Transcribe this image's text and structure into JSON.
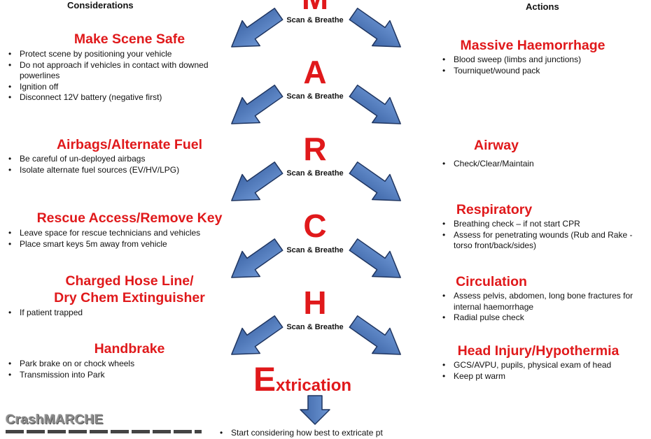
{
  "headers": {
    "left": "Considerations",
    "right": "Actions"
  },
  "center": {
    "letters": [
      "M",
      "A",
      "R",
      "C",
      "H"
    ],
    "scan_label": "Scan & Breathe",
    "extrication": {
      "big_letter": "E",
      "rest": "xtrication"
    }
  },
  "left_sections": [
    {
      "title": "Make Scene Safe",
      "bullets": [
        "Protect scene by positioning your vehicle",
        "Do not approach if  vehicles  in contact with downed powerlines",
        "Ignition off",
        "Disconnect  12V battery (negative first)"
      ]
    },
    {
      "title": "Airbags/Alternate Fuel",
      "bullets": [
        "Be careful of un-deployed airbags",
        "Isolate alternate fuel sources (EV/HV/LPG)"
      ]
    },
    {
      "title": "Rescue Access/Remove Key",
      "bullets": [
        "Leave space for rescue technicians  and vehicles",
        "Place smart keys 5m away from vehicle"
      ]
    },
    {
      "title_lines": [
        "Charged Hose Line/",
        "Dry Chem Extinguisher"
      ],
      "bullets": [
        "If patient trapped"
      ]
    },
    {
      "title": "Handbrake",
      "bullets": [
        "Park brake on or chock wheels",
        "Transmission into Park"
      ]
    }
  ],
  "right_sections": [
    {
      "title": "Massive Haemorrhage",
      "bullets": [
        "Blood sweep  (limbs and junctions)",
        "Tourniquet/wound  pack"
      ]
    },
    {
      "title": "Airway",
      "bullets": [
        "Check/Clear/Maintain"
      ]
    },
    {
      "title": "Respiratory",
      "bullets": [
        "Breathing check – if not start CPR",
        "Assess for penetrating wounds (Rub and Rake -torso front/back/sides)"
      ]
    },
    {
      "title": "Circulation",
      "bullets": [
        "Assess pelvis, abdomen, long bone fractures for internal haemorrhage",
        "Radial pulse check"
      ]
    },
    {
      "title": "Head Injury/Hypothermia",
      "bullets": [
        "GCS/AVPU, pupils, physical exam of head",
        "Keep pt warm"
      ]
    }
  ],
  "bottom": {
    "brand": "CrashMARCHE",
    "partial_text": "Start considering  how best to extricate pt"
  },
  "colors": {
    "title_red": "#e0191b",
    "arrow_fill": "#4a76b8",
    "arrow_stroke": "#1f3560",
    "brand_gray": "#8a8a8a"
  }
}
